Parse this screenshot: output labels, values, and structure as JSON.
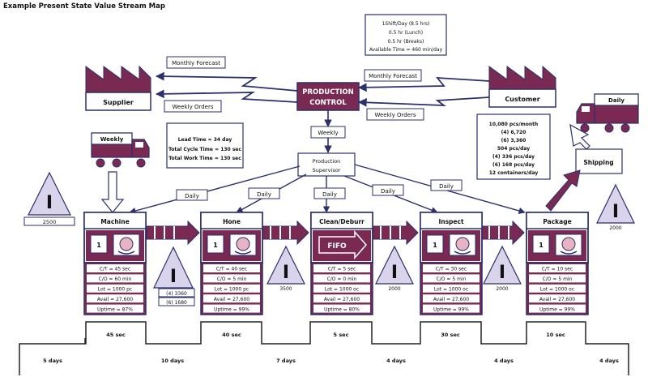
{
  "title": "Example Present State Value Stream Map",
  "colors": {
    "plum": "#7a2a52",
    "navy": "#2b2f6b",
    "pink": "#e8b4c4",
    "lav": "#d9d4ec",
    "white": "#ffffff"
  },
  "suppliers": {
    "supplier": "Supplier",
    "customer": "Customer"
  },
  "control": {
    "line1": "PRODUCTION",
    "line2": "CONTROL"
  },
  "info_flow": {
    "monthly_left": "Monthly Forecast",
    "weekly_left": "Weekly Orders",
    "monthly_right": "Monthly Forecast",
    "weekly_right": "Weekly Orders",
    "weekly_down": "Weekly"
  },
  "shift_box": [
    "1Shift/Day (8.5 hrs)",
    "0.5 hr (Lunch)",
    "0.5 hr (Breaks)",
    "Available Time = 460 min/day"
  ],
  "summary_box": [
    "Lead Time = 34 day",
    "Total Cycle Time = 130 sec",
    "Total Work Time = 130 sec"
  ],
  "demand_box": [
    "10,080 pcs/month",
    "(4) 6,720",
    "(6) 3,360",
    "504 pcs/day",
    "(4) 336 pcs/day",
    "(6) 168 pcs/day",
    "12 containers/day"
  ],
  "supervisor": {
    "line1": "Production",
    "line2": "Supervisor"
  },
  "daily": "Daily",
  "trucks": {
    "left": "Weekly",
    "right": "Daily"
  },
  "shipping": "Shipping",
  "inv_symbol": "I",
  "fifo": "FIFO",
  "operator": "1",
  "inventory": {
    "start": "2500",
    "hone_l1": "(4) 3360",
    "hone_l2": "(6) 1680",
    "clean": "3500",
    "inspect": "2000",
    "package": "2000",
    "end": "2000"
  },
  "processes": [
    {
      "name": "Machine",
      "data": [
        "C/T = 45 sec",
        "C/O = 60 min",
        "Lot = 1000 pc",
        "Avail = 27,600",
        "Uptime = 87%"
      ]
    },
    {
      "name": "Hone",
      "data": [
        "C/T = 40 sec",
        "C/O = 5 min",
        "Lot = 1000 pc",
        "Avail = 27,600",
        "Uptime = 99%"
      ]
    },
    {
      "name": "Clean/Deburr",
      "data": [
        "C/T = 5 sec",
        "C/O = 0 min",
        "Lot = 1000 oc",
        "Avail = 27,600",
        "Uptime = 80%"
      ]
    },
    {
      "name": "Inspect",
      "data": [
        "C/T = 30 sec",
        "C/O = 5 min",
        "Lot = 1000 oc",
        "Avail = 27,600",
        "Uptime = 99%"
      ]
    },
    {
      "name": "Package",
      "data": [
        "C/T = 10 sec",
        "C/O = 5 min",
        "Lot = 1000 oc",
        "Avail = 27,600",
        "Uptime = 99%"
      ]
    }
  ],
  "timeline": {
    "days": [
      "5 days",
      "10 days",
      "7 days",
      "4 days",
      "4 days",
      "4 days"
    ],
    "secs": [
      "45 sec",
      "40 sec",
      "5 sec",
      "30 sec",
      "10 sec"
    ]
  }
}
